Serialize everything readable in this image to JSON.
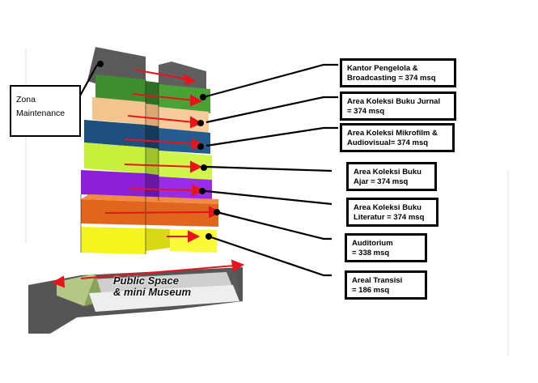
{
  "zone_label": "Zona\nMaintenance",
  "labels": [
    {
      "id": "kantor",
      "text": "Kantor Pengelola &\nBroadcasting = 374 msq"
    },
    {
      "id": "jurnal",
      "text": "Area Koleksi Buku Jurnal\n= 374 msq"
    },
    {
      "id": "mikrofilm",
      "text": "Area Koleksi Mikrofilm &\nAudiovisual= 374 msq"
    },
    {
      "id": "ajar",
      "text": "Area Koleksi Buku\nAjar = 374 msq"
    },
    {
      "id": "literatur",
      "text": "Area Koleksi Buku\nLiteratur = 374 msq"
    },
    {
      "id": "auditorium",
      "text": "Auditorium\n= 338 msq"
    },
    {
      "id": "transisi",
      "text": "Areal Transisi\n= 186 msq"
    }
  ],
  "public_space_label": "Public Space\n& mini Museum",
  "colors": {
    "maintenance": "#595959",
    "kantor": "#3a8c2e",
    "jurnal": "#f2c28e",
    "mikrofilm": "#1f4e79",
    "ajar": "#c5ef3a",
    "literatur": "#8b1fd6",
    "auditorium": "#e0661b",
    "transisi": "#f4f41e",
    "arrow": "#e8141b",
    "leader": "#000000"
  }
}
